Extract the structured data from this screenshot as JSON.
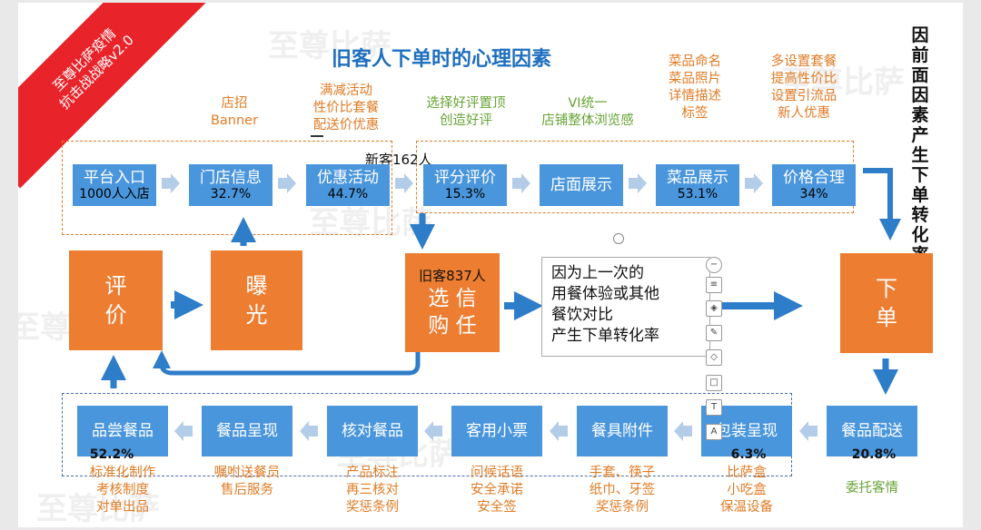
{
  "corner": {
    "line1": "至尊比萨疫情",
    "line2": "抗击战战略v2.0"
  },
  "title": "旧客人下单时的心理因素",
  "right_title": "因前面因素产生下单转化率",
  "watermark": "至尊比萨",
  "notes": {
    "n1": "店招\nBanner",
    "n2": "满减活动\n性价比套餐\n配送价优惠",
    "n3": "选择好评置顶\n创造好评",
    "n4": "VI统一\n店铺整体浏览感",
    "n5": "菜品命名\n菜品照片\n详情描述\n标签",
    "n6": "多设置套餐\n提高性价比\n设置引流品\n新人优惠"
  },
  "new_customer": "新客162人",
  "top_row": [
    {
      "label": "平台入口",
      "value": "1000人入店"
    },
    {
      "label": "门店信息",
      "value": "32.7%"
    },
    {
      "label": "优惠活动",
      "value": "44.7%"
    },
    {
      "label": "评分评价",
      "value": "15.3%"
    },
    {
      "label": "店面展示",
      "value": ""
    },
    {
      "label": "菜品展示",
      "value": "53.1%"
    },
    {
      "label": "价格合理",
      "value": "34%"
    }
  ],
  "middle": {
    "review": "评\n价",
    "exposure": "曝\n光",
    "old_customer": "旧客837人",
    "choose_trust": "选 信\n购 任",
    "order": "下\n单",
    "callout": "因为上一次的\n用餐体验或其他\n餐饮对比\n产生下单转化率"
  },
  "bottom_row": [
    {
      "label": "餐品配送",
      "value": "20.8%",
      "note": "委托客情"
    },
    {
      "label": "包装呈现",
      "value": "6.3%",
      "note": "比萨盒\n小吃盒\n保温设备"
    },
    {
      "label": "餐具附件",
      "value": "",
      "note": "手套、筷子\n纸巾、牙签\n奖惩条例"
    },
    {
      "label": "客用小票",
      "value": "",
      "note": "问候话语\n安全承诺\n安全签"
    },
    {
      "label": "核对餐品",
      "value": "",
      "note": "产品标注\n再三核对\n奖惩条例"
    },
    {
      "label": "餐品呈现",
      "value": "",
      "note": "嘱咐送餐员\n售后服务"
    },
    {
      "label": "品尝餐品",
      "value": "52.2%",
      "note": "标准化制作\n考核制度\n对单出品"
    }
  ],
  "colors": {
    "blue": "#4a96dc",
    "orange": "#ed7d31",
    "arrow": "#2e7dc9",
    "note_orange": "#e07b24",
    "note_green": "#66a334",
    "corner_red": "#e8232a"
  }
}
